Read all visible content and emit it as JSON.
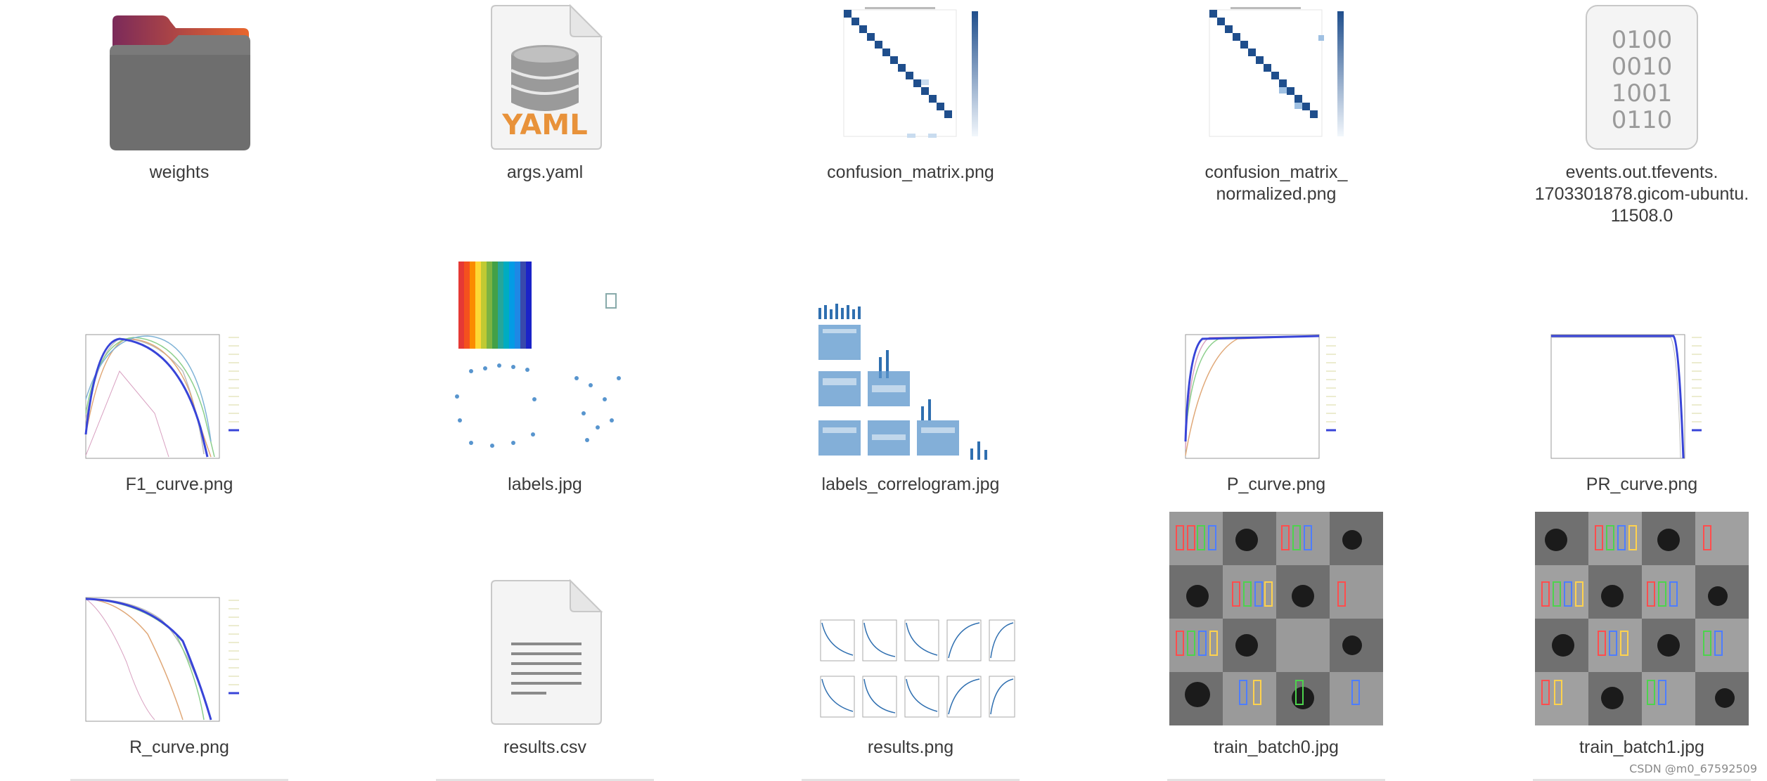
{
  "files": [
    {
      "name": "weights",
      "kind": "folder"
    },
    {
      "name": "args.yaml",
      "kind": "yaml",
      "badge": "YAML"
    },
    {
      "name": "confusion_matrix.png",
      "kind": "confmat"
    },
    {
      "name": "confusion_matrix_\nnormalized.png",
      "kind": "confmat"
    },
    {
      "name": "events.out.tfevents.\n1703301878.gicom-ubuntu.\n11508.0",
      "kind": "binary",
      "bits": [
        "0100",
        "0010",
        "1001",
        "0110"
      ]
    },
    {
      "name": "F1_curve.png",
      "kind": "curve"
    },
    {
      "name": "labels.jpg",
      "kind": "labels"
    },
    {
      "name": "labels_correlogram.jpg",
      "kind": "correlogram"
    },
    {
      "name": "P_curve.png",
      "kind": "pcurve"
    },
    {
      "name": "PR_curve.png",
      "kind": "prcurve"
    },
    {
      "name": "R_curve.png",
      "kind": "curve"
    },
    {
      "name": "results.csv",
      "kind": "text"
    },
    {
      "name": "results.png",
      "kind": "results"
    },
    {
      "name": "train_batch0.jpg",
      "kind": "batch"
    },
    {
      "name": "train_batch1.jpg",
      "kind": "batch"
    }
  ],
  "watermark": "CSDN @m0_67592509",
  "colors": {
    "folder_front": "#6e6e6e",
    "folder_tab": "#e0663a",
    "yaml_orange": "#e8923a",
    "matrix_blue": "#1f4e8c"
  }
}
